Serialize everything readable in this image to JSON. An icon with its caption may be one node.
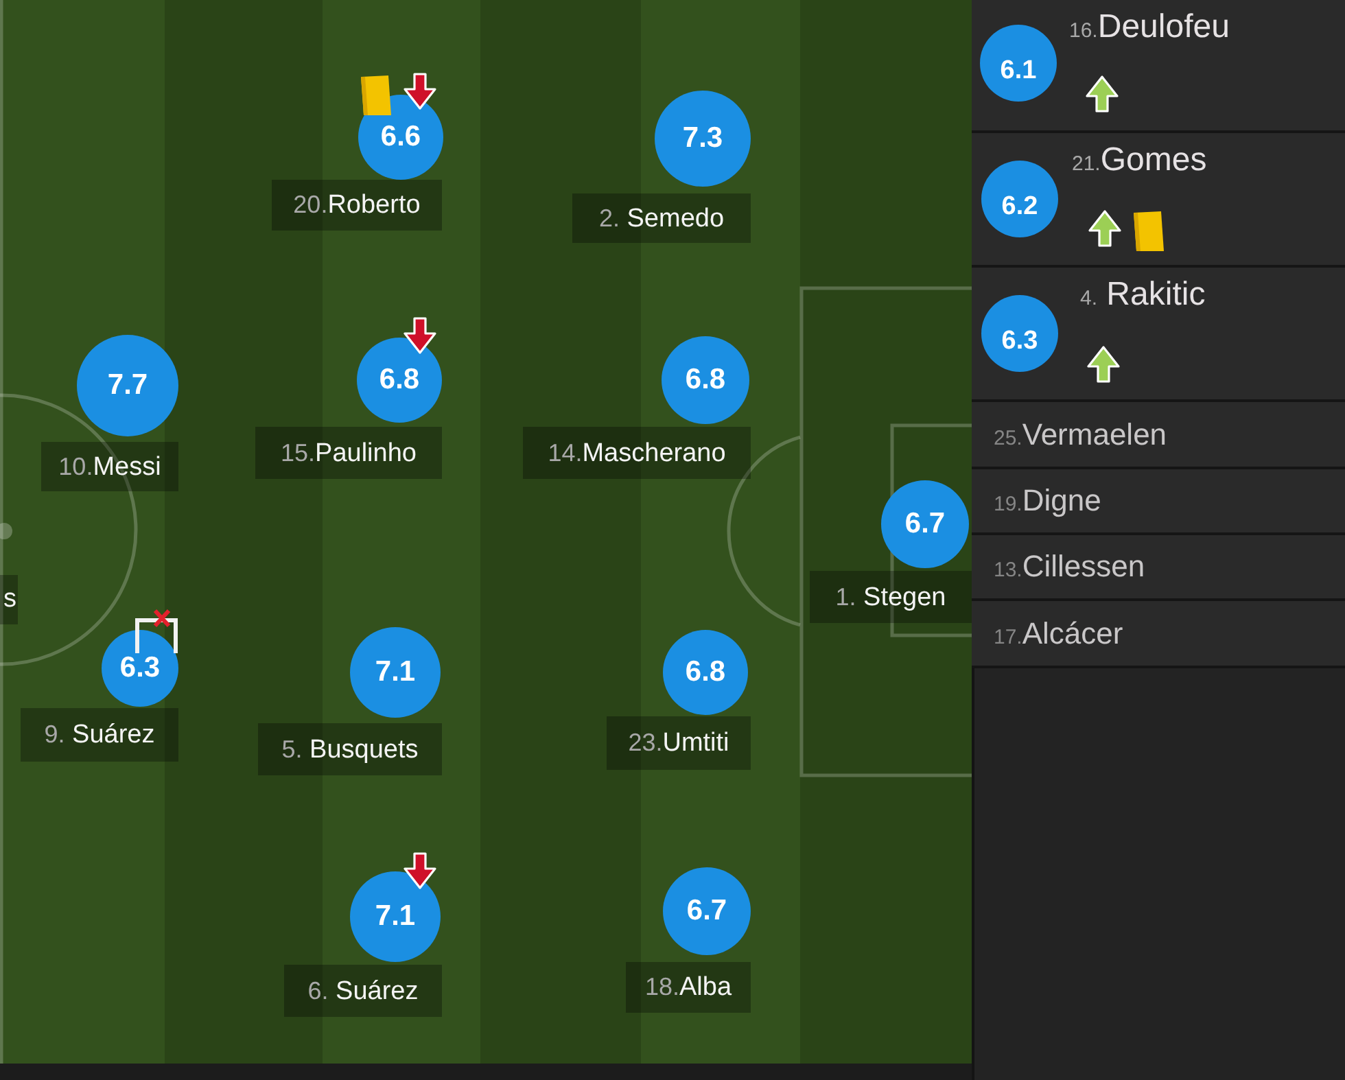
{
  "diagram": {
    "nodes": [
      {
        "text": [
          "6.6"
        ],
        "beside": [
          "20.Roberto"
        ]
      },
      {
        "text": [
          "7.3"
        ],
        "beside": [
          "2. Semedo"
        ]
      },
      {
        "text": [
          "7.7"
        ],
        "beside": [
          "10.Messi"
        ]
      },
      {
        "text": [
          "6.8"
        ],
        "beside": [
          "15.Paulinho"
        ]
      },
      {
        "text": [
          "6.8"
        ],
        "beside": [
          "14.Mascherano"
        ]
      },
      {
        "text": [
          "6.7"
        ],
        "beside": [
          "1. Stegen"
        ]
      },
      {
        "text": [
          "6.3"
        ],
        "beside": [
          "9. Suárez"
        ]
      },
      {
        "text": [
          "7.1"
        ],
        "beside": [
          "5. Busquets"
        ]
      },
      {
        "text": [
          "6.8"
        ],
        "beside": [
          "23.Umtiti"
        ]
      },
      {
        "text": [
          "7.1"
        ],
        "beside": [
          "6. Suárez"
        ]
      },
      {
        "text": [
          "6.7"
        ],
        "beside": [
          "18.Alba"
        ]
      },
      {
        "text": [
          "16.Deulofeu"
        ]
      },
      {
        "text": [
          "6.1"
        ],
        "in": 11
      },
      {
        "text": [
          "21.Gomes"
        ]
      },
      {
        "text": [
          "6.2"
        ],
        "in": 13
      },
      {
        "text": [
          "4. Rakitic"
        ]
      },
      {
        "text": [
          "6.3"
        ],
        "in": 15
      },
      {
        "text": [
          "25.Vermaelen"
        ]
      },
      {
        "text": [
          "19.Digne"
        ]
      },
      {
        "text": [
          "13.Cillessen"
        ]
      },
      {
        "text": [
          "17.Alcácer"
        ]
      }
    ],
    "labels": [
      "s"
    ]
  }
}
